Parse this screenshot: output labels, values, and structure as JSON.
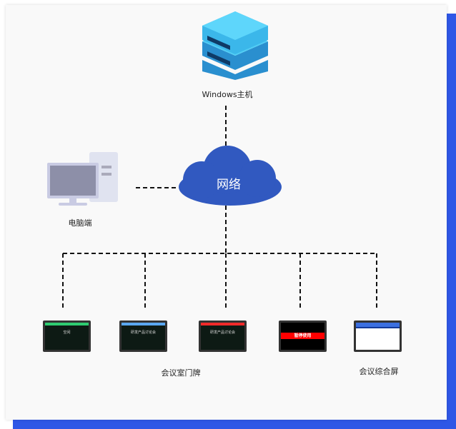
{
  "nodes": {
    "server": {
      "label": "Windows主机",
      "icon": "server-icon"
    },
    "network": {
      "label": "网络",
      "icon": "cloud-icon"
    },
    "pc": {
      "label": "电脑端",
      "icon": "desktop-computer-icon"
    },
    "doorplates": {
      "label": "会议室门牌"
    },
    "dashboard": {
      "label": "会议综合屏"
    }
  },
  "devices": [
    {
      "title": "空闲",
      "accent": "#2ecc71"
    },
    {
      "title": "研发产品讨论会",
      "accent": "#5aa7f0"
    },
    {
      "title": "研发产品讨论会",
      "accent": "#f02a2a"
    },
    {
      "title": "暂停使用",
      "accent": "#ff0000"
    },
    {
      "accent": "#3b6fe0"
    }
  ],
  "colors": {
    "accent": "#2f57e6",
    "cloud": "#3159c0",
    "server": "#3bb7ea"
  }
}
